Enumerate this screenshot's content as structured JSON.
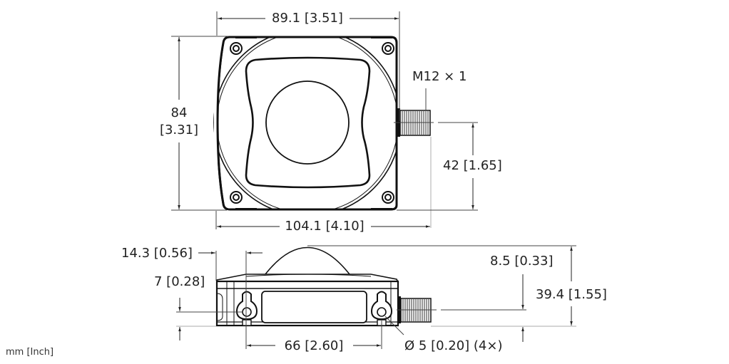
{
  "drawing": {
    "units_note": "mm [Inch]",
    "top_view": {
      "width_label": "89.1 [3.51]",
      "height_label_mm": "84",
      "height_label_in": "[3.31]",
      "overall_width_label": "104.1 [4.10]",
      "connector_label": "M12 × 1",
      "connector_height_label": "42 [1.65]"
    },
    "side_view": {
      "offset_label": "14.3 [0.56]",
      "hole_height_label": "7 [0.28]",
      "hole_spacing_label": "66 [2.60]",
      "hole_diameter_label": "Ø 5 [0.20] (4×)",
      "connector_height_label": "8.5 [0.33]",
      "overall_height_label": "39.4 [1.55]"
    },
    "colors": {
      "line": "#111111",
      "dim_line": "#222222",
      "extension_line": "#bbbbbb"
    }
  }
}
